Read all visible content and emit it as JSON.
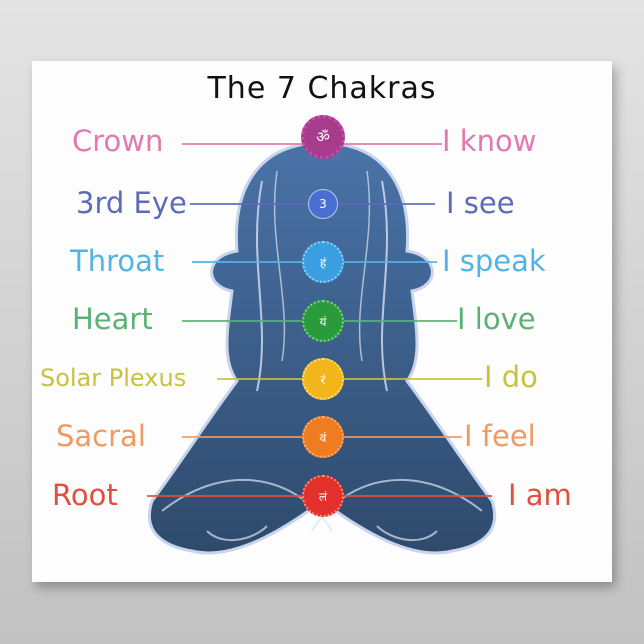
{
  "title": "The 7 Chakras",
  "chakras": [
    {
      "name": "Crown",
      "affirmation": "I know",
      "color": "#e07ab0",
      "symbol_color": "#a83c8c",
      "glyph": "ॐ"
    },
    {
      "name": "3rd Eye",
      "affirmation": "I see",
      "color": "#5d6bb8",
      "symbol_color": "#4a6fd0",
      "glyph": "3"
    },
    {
      "name": "Throat",
      "affirmation": "I speak",
      "color": "#52b4e6",
      "symbol_color": "#3a9fe0",
      "glyph": "हं"
    },
    {
      "name": "Heart",
      "affirmation": "I love",
      "color": "#5bb274",
      "symbol_color": "#2a9a3c",
      "glyph": "यं"
    },
    {
      "name": "Solar Plexus",
      "affirmation": "I do",
      "color": "#c9c23c",
      "symbol_color": "#f2b51c",
      "glyph": "रं"
    },
    {
      "name": "Sacral",
      "affirmation": "I feel",
      "color": "#ee9a62",
      "symbol_color": "#f07c22",
      "glyph": "वं"
    },
    {
      "name": "Root",
      "affirmation": "I am",
      "color": "#e0503c",
      "symbol_color": "#e2302a",
      "glyph": "लं"
    }
  ],
  "figure_color": "#3e6594"
}
